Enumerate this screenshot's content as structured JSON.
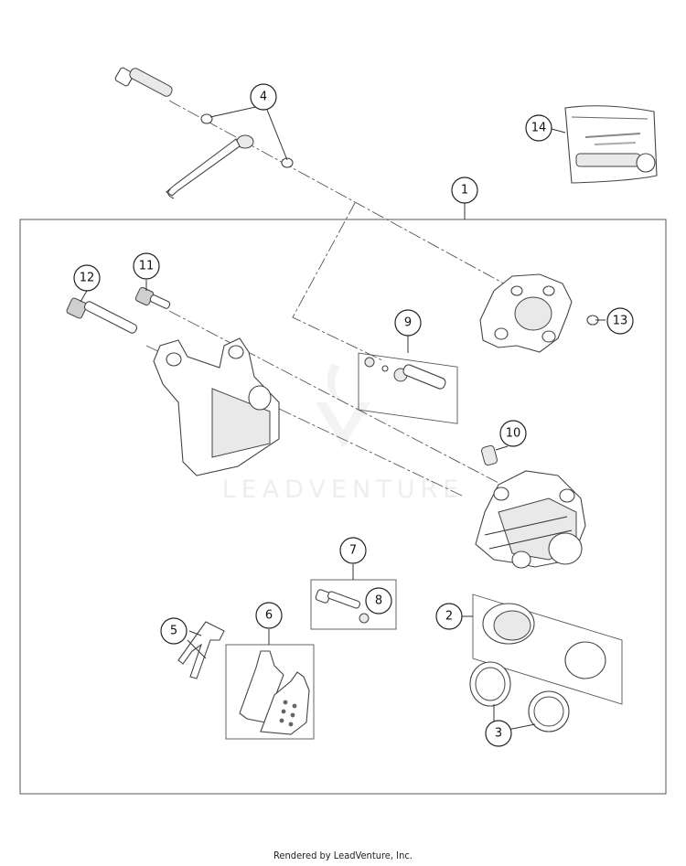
{
  "watermark": {
    "text": "LEADVENTURE"
  },
  "callouts": {
    "c1": "1",
    "c2": "2",
    "c3": "3",
    "c4": "4",
    "c5": "5",
    "c6": "6",
    "c7": "7",
    "c8": "8",
    "c9": "9",
    "c10": "10",
    "c11": "11",
    "c12": "12",
    "c13": "13",
    "c14": "14"
  },
  "footer": {
    "text": "Rendered by LeadVenture, Inc."
  }
}
